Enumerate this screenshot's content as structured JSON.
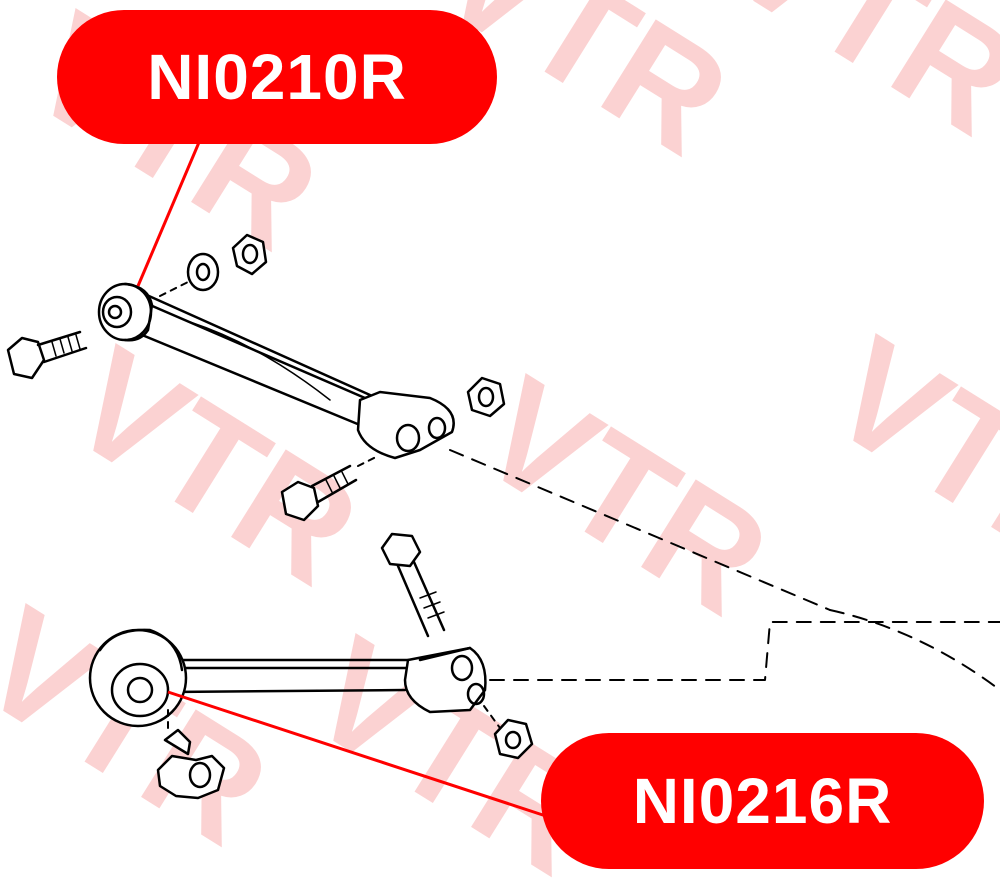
{
  "diagram": {
    "callouts": [
      {
        "id": "top",
        "label": "NI0210R"
      },
      {
        "id": "bottom",
        "label": "NI0216R"
      }
    ],
    "watermark": {
      "text": "VTR"
    },
    "colors": {
      "callout_fill": "#ff0000",
      "callout_text": "#ffffff",
      "leader_line": "#ff0000",
      "watermark": "#fbd2d2",
      "drawing": "#000000"
    }
  }
}
